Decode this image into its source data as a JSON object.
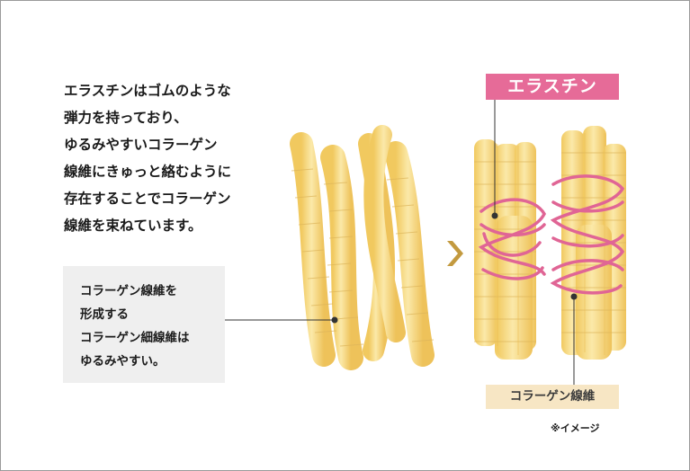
{
  "main_text": {
    "lines": [
      "エラスチンはゴムのような",
      "弾力を持っており、",
      "ゆるみやすいコラーゲン",
      "線維にきゅっと絡むように",
      "存在することでコラーゲン",
      "線維を束ねています。"
    ]
  },
  "callout_box": {
    "lines": [
      "コラーゲン線維を",
      "形成する",
      "コラーゲン細線維は",
      "ゆるみやすい。"
    ]
  },
  "labels": {
    "elastin": "エラスチン",
    "collagen_fiber": "コラーゲン線維",
    "note": "※イメージ"
  },
  "colors": {
    "fiber_fill": "#f6d77c",
    "fiber_highlight": "#fbe9a9",
    "fiber_line": "#ddb55a",
    "elastin": "#e06595",
    "arrow": "#c39a3f",
    "leader": "#333333"
  }
}
